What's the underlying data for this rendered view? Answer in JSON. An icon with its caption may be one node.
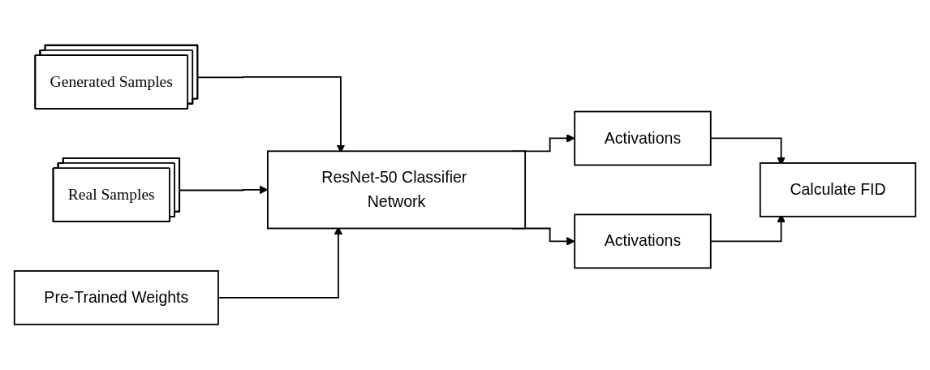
{
  "diagram": {
    "nodes": [
      {
        "text": [
          "Generated Samples"
        ]
      },
      {
        "text": [
          "Real Samples"
        ]
      },
      {
        "text": [
          "Pre-Trained Weights"
        ]
      },
      {
        "text": [
          "ResNet-50 Classifier Network"
        ]
      },
      {
        "text": [
          "Activations"
        ]
      },
      {
        "text": [
          "Activations"
        ]
      },
      {
        "text": [
          "Calculate FID"
        ]
      }
    ],
    "edges": [
      {
        "from": 0,
        "to": 3,
        "arrow": "to"
      },
      {
        "from": 1,
        "to": 3,
        "arrow": "to"
      },
      {
        "from": 2,
        "to": 3,
        "arrow": "to"
      },
      {
        "from": 3,
        "to": 4,
        "arrow": "to"
      },
      {
        "from": 3,
        "to": 5,
        "arrow": "to"
      },
      {
        "from": 4,
        "to": 6,
        "arrow": "to"
      },
      {
        "from": 5,
        "to": 6,
        "arrow": "to"
      }
    ]
  }
}
